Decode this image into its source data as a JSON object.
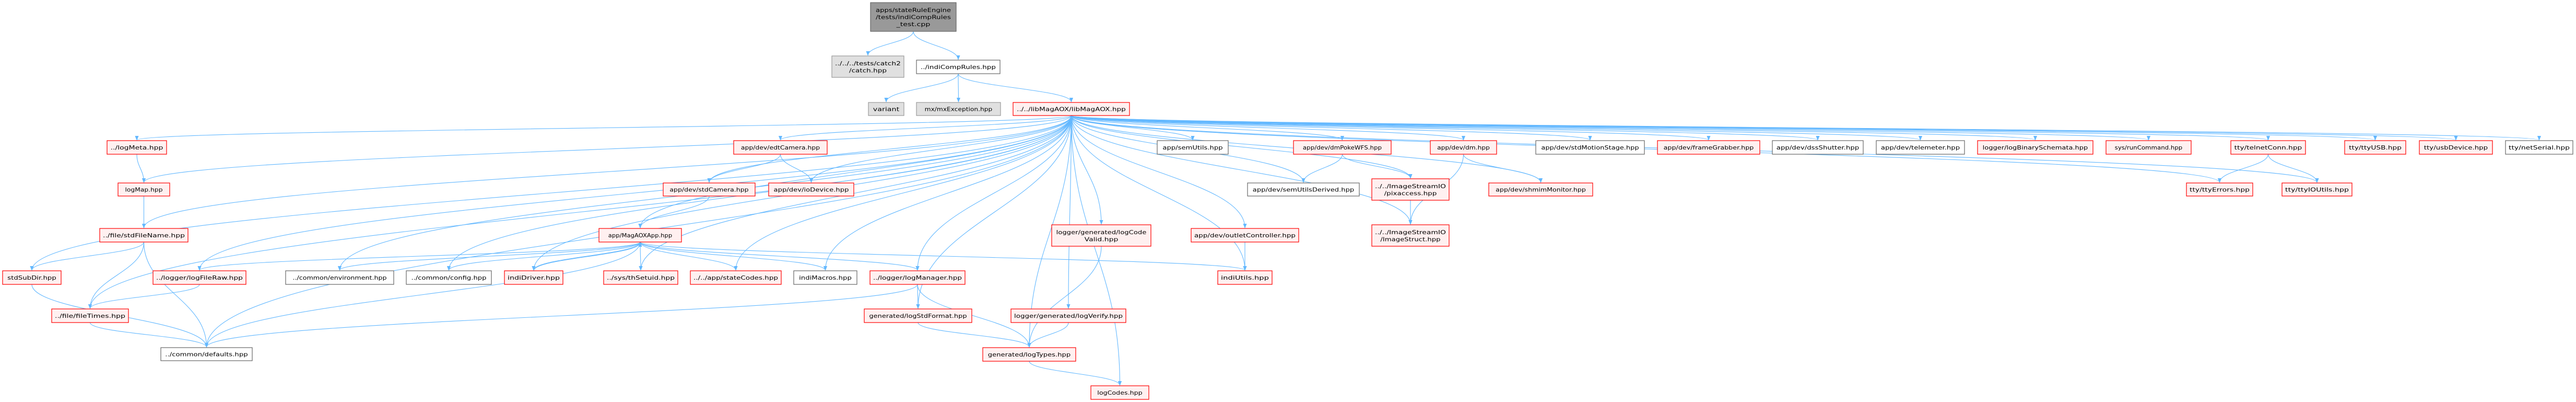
{
  "colors": {
    "edge": "#63b8ff",
    "root_fill": "#999999",
    "root_stroke": "#666666",
    "external_fill": "#e0e0e0",
    "external_stroke": "#999999",
    "normal_fill": "#ffffff",
    "normal_stroke": "#666666",
    "truncated_fill": "#fff0f0",
    "truncated_stroke": "#ff0000"
  },
  "nodes": [
    {
      "id": "root",
      "kind": "root",
      "lines": [
        "apps/stateRuleEngine",
        "/tests/indiCompRules",
        "_test.cpp"
      ]
    },
    {
      "id": "catch",
      "kind": "external",
      "lines": [
        "../../../tests/catch2",
        "/catch.hpp"
      ]
    },
    {
      "id": "indiCompRules",
      "kind": "normal",
      "lines": [
        "../indiCompRules.hpp"
      ]
    },
    {
      "id": "variant",
      "kind": "external",
      "lines": [
        "variant"
      ]
    },
    {
      "id": "mxException",
      "kind": "external",
      "lines": [
        "mx/mxException.hpp"
      ]
    },
    {
      "id": "libMagAOX",
      "kind": "truncated",
      "lines": [
        "../../libMagAOX/libMagAOX.hpp"
      ]
    },
    {
      "id": "logMeta",
      "kind": "truncated",
      "lines": [
        "../logMeta.hpp"
      ]
    },
    {
      "id": "logMap",
      "kind": "truncated",
      "lines": [
        "logMap.hpp"
      ]
    },
    {
      "id": "stdFileName",
      "kind": "truncated",
      "lines": [
        "../file/stdFileName.hpp"
      ]
    },
    {
      "id": "stdSubDir",
      "kind": "truncated",
      "lines": [
        "stdSubDir.hpp"
      ]
    },
    {
      "id": "logFileRaw",
      "kind": "truncated",
      "lines": [
        "../logger/logFileRaw.hpp"
      ]
    },
    {
      "id": "environment",
      "kind": "normal",
      "lines": [
        "../common/environment.hpp"
      ]
    },
    {
      "id": "config",
      "kind": "normal",
      "lines": [
        "../common/config.hpp"
      ]
    },
    {
      "id": "fileTimes",
      "kind": "truncated",
      "lines": [
        "../file/fileTimes.hpp"
      ]
    },
    {
      "id": "defaults",
      "kind": "normal",
      "lines": [
        "../common/defaults.hpp"
      ]
    },
    {
      "id": "edtCamera",
      "kind": "truncated",
      "lines": [
        "app/dev/edtCamera.hpp"
      ]
    },
    {
      "id": "stdCamera",
      "kind": "truncated",
      "lines": [
        "app/dev/stdCamera.hpp"
      ]
    },
    {
      "id": "ioDevice",
      "kind": "truncated",
      "lines": [
        "app/dev/ioDevice.hpp"
      ]
    },
    {
      "id": "MagAOXApp",
      "kind": "truncated",
      "lines": [
        "app/MagAOXApp.hpp"
      ]
    },
    {
      "id": "indiDriver",
      "kind": "truncated",
      "lines": [
        "indiDriver.hpp"
      ]
    },
    {
      "id": "thSetuid",
      "kind": "truncated",
      "lines": [
        "../sys/thSetuid.hpp"
      ]
    },
    {
      "id": "stateCodes",
      "kind": "truncated",
      "lines": [
        "../../app/stateCodes.hpp"
      ]
    },
    {
      "id": "indiMacros",
      "kind": "normal",
      "lines": [
        "indiMacros.hpp"
      ]
    },
    {
      "id": "logManager",
      "kind": "truncated",
      "lines": [
        "../logger/logManager.hpp"
      ]
    },
    {
      "id": "logStdFormat",
      "kind": "truncated",
      "lines": [
        "generated/logStdFormat.hpp"
      ]
    },
    {
      "id": "logVerify",
      "kind": "truncated",
      "lines": [
        "logger/generated/logVerify.hpp"
      ]
    },
    {
      "id": "logTypes",
      "kind": "truncated",
      "lines": [
        "generated/logTypes.hpp"
      ]
    },
    {
      "id": "logCodes",
      "kind": "truncated",
      "lines": [
        "logCodes.hpp"
      ]
    },
    {
      "id": "semUtils",
      "kind": "normal",
      "lines": [
        "app/semUtils.hpp"
      ]
    },
    {
      "id": "dmPokeWFS",
      "kind": "truncated",
      "lines": [
        "app/dev/dmPokeWFS.hpp"
      ]
    },
    {
      "id": "dm",
      "kind": "truncated",
      "lines": [
        "app/dev/dm.hpp"
      ]
    },
    {
      "id": "semUtilsDerived",
      "kind": "normal",
      "lines": [
        "app/dev/semUtilsDerived.hpp"
      ]
    },
    {
      "id": "pixaccess",
      "kind": "truncated",
      "lines": [
        "../../ImageStreamIO",
        "/pixaccess.hpp"
      ]
    },
    {
      "id": "logCodeValid",
      "kind": "truncated",
      "lines": [
        "logger/generated/logCode",
        "Valid.hpp"
      ]
    },
    {
      "id": "outletController",
      "kind": "truncated",
      "lines": [
        "app/dev/outletController.hpp"
      ]
    },
    {
      "id": "ImageStruct",
      "kind": "truncated",
      "lines": [
        "../../ImageStreamIO",
        "/ImageStruct.hpp"
      ]
    },
    {
      "id": "indiUtils",
      "kind": "truncated",
      "lines": [
        "indiUtils.hpp"
      ]
    },
    {
      "id": "shmimMonitor",
      "kind": "truncated",
      "lines": [
        "app/dev/shmimMonitor.hpp"
      ]
    },
    {
      "id": "stdMotionStage",
      "kind": "normal",
      "lines": [
        "app/dev/stdMotionStage.hpp"
      ]
    },
    {
      "id": "frameGrabber",
      "kind": "truncated",
      "lines": [
        "app/dev/frameGrabber.hpp"
      ]
    },
    {
      "id": "dssShutter",
      "kind": "normal",
      "lines": [
        "app/dev/dssShutter.hpp"
      ]
    },
    {
      "id": "telemeter",
      "kind": "normal",
      "lines": [
        "app/dev/telemeter.hpp"
      ]
    },
    {
      "id": "logBinarySchemata",
      "kind": "truncated",
      "lines": [
        "logger/logBinarySchemata.hpp"
      ]
    },
    {
      "id": "runCommand",
      "kind": "truncated",
      "lines": [
        "sys/runCommand.hpp"
      ]
    },
    {
      "id": "telnetConn",
      "kind": "truncated",
      "lines": [
        "tty/telnetConn.hpp"
      ]
    },
    {
      "id": "ttyErrors",
      "kind": "truncated",
      "lines": [
        "tty/ttyErrors.hpp"
      ]
    },
    {
      "id": "ttyIOUtils",
      "kind": "truncated",
      "lines": [
        "tty/ttyIOUtils.hpp"
      ]
    },
    {
      "id": "ttyUSB",
      "kind": "truncated",
      "lines": [
        "tty/ttyUSB.hpp"
      ]
    },
    {
      "id": "usbDevice",
      "kind": "truncated",
      "lines": [
        "tty/usbDevice.hpp"
      ]
    },
    {
      "id": "netSerial",
      "kind": "normal",
      "lines": [
        "tty/netSerial.hpp"
      ]
    }
  ],
  "edges": [
    [
      "root",
      "catch"
    ],
    [
      "root",
      "indiCompRules"
    ],
    [
      "indiCompRules",
      "variant"
    ],
    [
      "indiCompRules",
      "mxException"
    ],
    [
      "indiCompRules",
      "libMagAOX"
    ],
    [
      "libMagAOX",
      "logMeta"
    ],
    [
      "libMagAOX",
      "logMap"
    ],
    [
      "libMagAOX",
      "stdFileName"
    ],
    [
      "libMagAOX",
      "stdSubDir"
    ],
    [
      "libMagAOX",
      "fileTimes"
    ],
    [
      "libMagAOX",
      "logFileRaw"
    ],
    [
      "libMagAOX",
      "defaults"
    ],
    [
      "libMagAOX",
      "environment"
    ],
    [
      "libMagAOX",
      "config"
    ],
    [
      "libMagAOX",
      "indiDriver"
    ],
    [
      "libMagAOX",
      "thSetuid"
    ],
    [
      "libMagAOX",
      "stateCodes"
    ],
    [
      "libMagAOX",
      "indiMacros"
    ],
    [
      "libMagAOX",
      "logManager"
    ],
    [
      "libMagAOX",
      "edtCamera"
    ],
    [
      "libMagAOX",
      "stdCamera"
    ],
    [
      "libMagAOX",
      "ioDevice"
    ],
    [
      "libMagAOX",
      "MagAOXApp"
    ],
    [
      "libMagAOX",
      "semUtils"
    ],
    [
      "libMagAOX",
      "dmPokeWFS"
    ],
    [
      "libMagAOX",
      "dm"
    ],
    [
      "libMagAOX",
      "semUtilsDerived"
    ],
    [
      "libMagAOX",
      "pixaccess"
    ],
    [
      "libMagAOX",
      "ImageStruct"
    ],
    [
      "libMagAOX",
      "logCodeValid"
    ],
    [
      "libMagAOX",
      "outletController"
    ],
    [
      "libMagAOX",
      "indiUtils"
    ],
    [
      "libMagAOX",
      "logStdFormat"
    ],
    [
      "libMagAOX",
      "logTypes"
    ],
    [
      "libMagAOX",
      "logCodes"
    ],
    [
      "libMagAOX",
      "logVerify"
    ],
    [
      "libMagAOX",
      "stdMotionStage"
    ],
    [
      "libMagAOX",
      "frameGrabber"
    ],
    [
      "libMagAOX",
      "dssShutter"
    ],
    [
      "libMagAOX",
      "telemeter"
    ],
    [
      "libMagAOX",
      "logBinarySchemata"
    ],
    [
      "libMagAOX",
      "runCommand"
    ],
    [
      "libMagAOX",
      "telnetConn"
    ],
    [
      "libMagAOX",
      "ttyErrors"
    ],
    [
      "libMagAOX",
      "ttyIOUtils"
    ],
    [
      "libMagAOX",
      "ttyUSB"
    ],
    [
      "libMagAOX",
      "usbDevice"
    ],
    [
      "libMagAOX",
      "netSerial"
    ],
    [
      "libMagAOX",
      "shmimMonitor"
    ],
    [
      "logMeta",
      "logMap"
    ],
    [
      "logMap",
      "stdFileName"
    ],
    [
      "stdFileName",
      "stdSubDir"
    ],
    [
      "stdFileName",
      "fileTimes"
    ],
    [
      "stdFileName",
      "defaults"
    ],
    [
      "stdSubDir",
      "defaults"
    ],
    [
      "logFileRaw",
      "fileTimes"
    ],
    [
      "fileTimes",
      "defaults"
    ],
    [
      "edtCamera",
      "stdCamera"
    ],
    [
      "edtCamera",
      "ioDevice"
    ],
    [
      "stdCamera",
      "MagAOXApp"
    ],
    [
      "MagAOXApp",
      "logFileRaw"
    ],
    [
      "MagAOXApp",
      "environment"
    ],
    [
      "MagAOXApp",
      "config"
    ],
    [
      "MagAOXApp",
      "indiDriver"
    ],
    [
      "MagAOXApp",
      "thSetuid"
    ],
    [
      "MagAOXApp",
      "stateCodes"
    ],
    [
      "MagAOXApp",
      "indiMacros"
    ],
    [
      "MagAOXApp",
      "logManager"
    ],
    [
      "MagAOXApp",
      "indiUtils"
    ],
    [
      "MagAOXApp",
      "defaults"
    ],
    [
      "indiDriver",
      "MagAOXApp"
    ],
    [
      "logManager",
      "logStdFormat"
    ],
    [
      "logManager",
      "logTypes"
    ],
    [
      "logManager",
      "defaults"
    ],
    [
      "logStdFormat",
      "logTypes"
    ],
    [
      "logVerify",
      "logTypes"
    ],
    [
      "logCodeValid",
      "logTypes"
    ],
    [
      "logTypes",
      "logCodes"
    ],
    [
      "dmPokeWFS",
      "semUtilsDerived"
    ],
    [
      "dmPokeWFS",
      "pixaccess"
    ],
    [
      "pixaccess",
      "ImageStruct"
    ],
    [
      "dm",
      "ImageStruct"
    ],
    [
      "dm",
      "shmimMonitor"
    ],
    [
      "outletController",
      "indiUtils"
    ],
    [
      "telnetConn",
      "ttyErrors"
    ],
    [
      "telnetConn",
      "ttyIOUtils"
    ]
  ]
}
